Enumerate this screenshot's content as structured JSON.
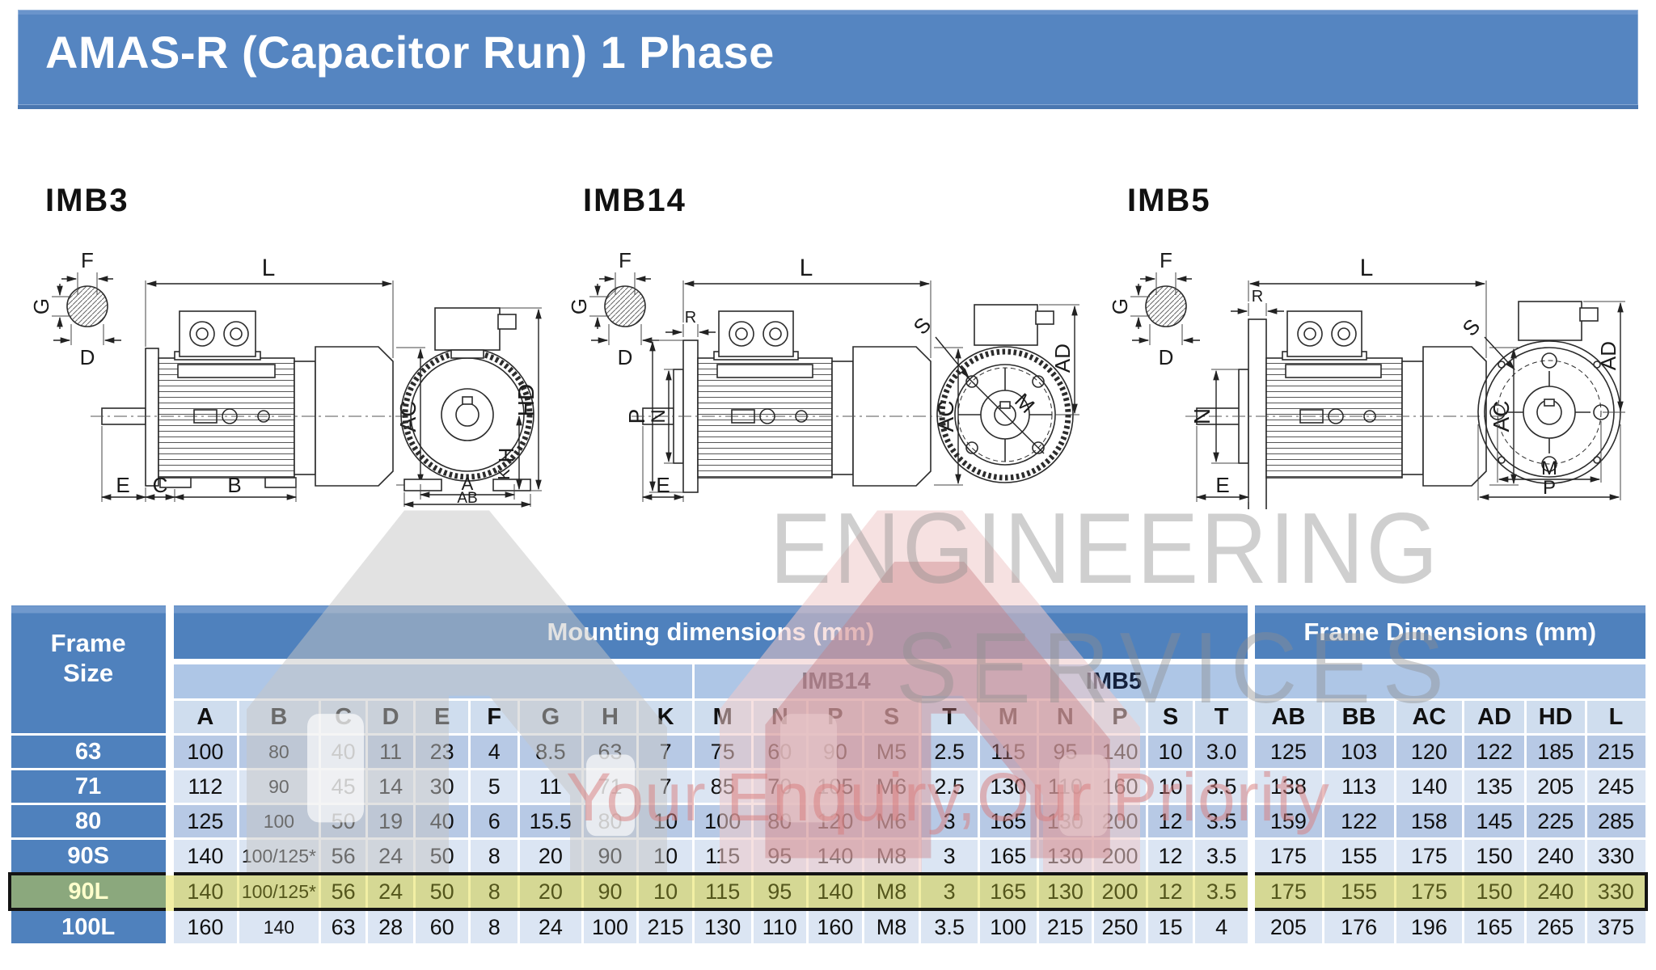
{
  "title": "AMAS-R (Capacitor Run) 1 Phase",
  "watermark": {
    "line1": "ENGINEERING",
    "line2": "SERVICES",
    "tagline": "Your Enquiry,Our Priority"
  },
  "drawings": {
    "imb3": {
      "title": "IMB3",
      "dims": [
        "F",
        "G",
        "D",
        "L",
        "AC",
        "E",
        "C",
        "B",
        "HD",
        "H",
        "A",
        "AB",
        "K"
      ]
    },
    "imb14": {
      "title": "IMB14",
      "dims": [
        "F",
        "G",
        "D",
        "R",
        "L",
        "P",
        "N",
        "E",
        "AC",
        "S",
        "AD",
        "M"
      ]
    },
    "imb5": {
      "title": "IMB5",
      "dims": [
        "F",
        "G",
        "D",
        "R",
        "L",
        "N",
        "E",
        "AC",
        "S",
        "AD",
        "M",
        "P"
      ]
    }
  },
  "table": {
    "frame_size_header": "Frame Size",
    "mounting_header": "Mounting dimensions (mm)",
    "frame_dims_header": "Frame Dimensions (mm)",
    "imb14_header": "IMB14",
    "imb5_header": "IMB5",
    "columns": [
      "A",
      "B",
      "C",
      "D",
      "E",
      "F",
      "G",
      "H",
      "K",
      "M",
      "N",
      "P",
      "S",
      "T",
      "M",
      "N",
      "P",
      "S",
      "T",
      "AB",
      "BB",
      "AC",
      "AD",
      "HD",
      "L"
    ],
    "rows": [
      {
        "frame": "63",
        "highlight": false,
        "values": [
          "100",
          "80",
          "40",
          "11",
          "23",
          "4",
          "8.5",
          "63",
          "7",
          "75",
          "60",
          "90",
          "M5",
          "2.5",
          "115",
          "95",
          "140",
          "10",
          "3.0",
          "125",
          "103",
          "120",
          "122",
          "185",
          "215"
        ]
      },
      {
        "frame": "71",
        "highlight": false,
        "values": [
          "112",
          "90",
          "45",
          "14",
          "30",
          "5",
          "11",
          "71",
          "7",
          "85",
          "70",
          "105",
          "M6",
          "2.5",
          "130",
          "110",
          "160",
          "10",
          "3.5",
          "138",
          "113",
          "140",
          "135",
          "205",
          "245"
        ]
      },
      {
        "frame": "80",
        "highlight": false,
        "values": [
          "125",
          "100",
          "50",
          "19",
          "40",
          "6",
          "15.5",
          "80",
          "10",
          "100",
          "80",
          "120",
          "M6",
          "3",
          "165",
          "130",
          "200",
          "12",
          "3.5",
          "159",
          "122",
          "158",
          "145",
          "225",
          "285"
        ]
      },
      {
        "frame": "90S",
        "highlight": false,
        "values": [
          "140",
          "100/125*",
          "56",
          "24",
          "50",
          "8",
          "20",
          "90",
          "10",
          "115",
          "95",
          "140",
          "M8",
          "3",
          "165",
          "130",
          "200",
          "12",
          "3.5",
          "175",
          "155",
          "175",
          "150",
          "240",
          "330"
        ]
      },
      {
        "frame": "90L",
        "highlight": true,
        "values": [
          "140",
          "100/125*",
          "56",
          "24",
          "50",
          "8",
          "20",
          "90",
          "10",
          "115",
          "95",
          "140",
          "M8",
          "3",
          "165",
          "130",
          "200",
          "12",
          "3.5",
          "175",
          "155",
          "175",
          "150",
          "240",
          "330"
        ]
      },
      {
        "frame": "100L",
        "highlight": false,
        "values": [
          "160",
          "140",
          "63",
          "28",
          "60",
          "8",
          "24",
          "100",
          "215",
          "130",
          "110",
          "160",
          "M8",
          "3.5",
          "100",
          "215",
          "250",
          "15",
          "4",
          "205",
          "176",
          "196",
          "165",
          "265",
          "375"
        ]
      }
    ]
  },
  "colors": {
    "title_bar": "#5585c1",
    "header_blue": "#4f81bd",
    "subheader_blue": "#aec6e6",
    "letters_bg": "#cfddee",
    "row_dark": "#b7c9e5",
    "row_light": "#dbe5f3",
    "highlight_bg": "#d5d894",
    "highlight_frame_bg": "#8ba87d",
    "watermark_gray": "#8f8f8f",
    "watermark_red": "#d97c7c"
  }
}
